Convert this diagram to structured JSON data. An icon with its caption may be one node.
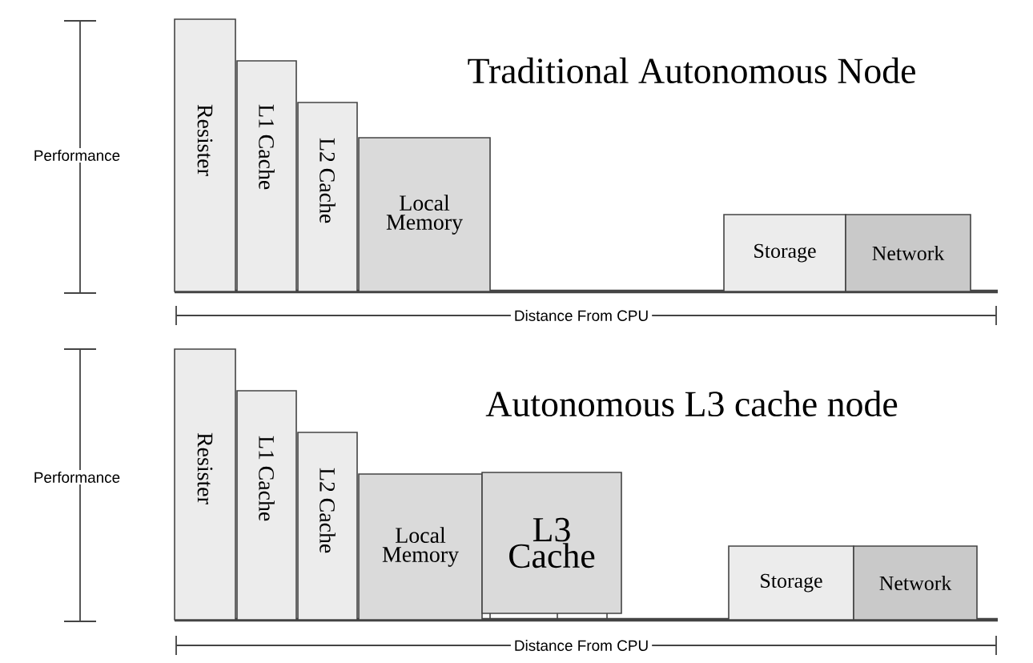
{
  "diagram": {
    "nodes": [
      {
        "text": [
          "Resister"
        ]
      },
      {
        "text": [
          "L1 Cache"
        ]
      },
      {
        "text": [
          "L2 Cache"
        ]
      },
      {
        "text": [
          "Local Memory"
        ]
      },
      {
        "text": [
          "Storage"
        ]
      },
      {
        "text": [
          "Network"
        ]
      },
      {
        "text": [
          "Resister"
        ]
      },
      {
        "text": [
          "L1 Cache"
        ]
      },
      {
        "text": [
          "L2 Cache"
        ]
      },
      {
        "text": [
          "Local Memory"
        ]
      },
      {
        "text": [
          "L3 Cache"
        ]
      },
      {
        "text": [
          "Storage"
        ]
      },
      {
        "text": [
          "Network"
        ]
      }
    ],
    "labels": [
      "Performance",
      "Traditional Autonomous Node",
      "Distance From CPU",
      "Performance",
      "Autonomous L3 cache node",
      "Distance From CPU"
    ]
  }
}
